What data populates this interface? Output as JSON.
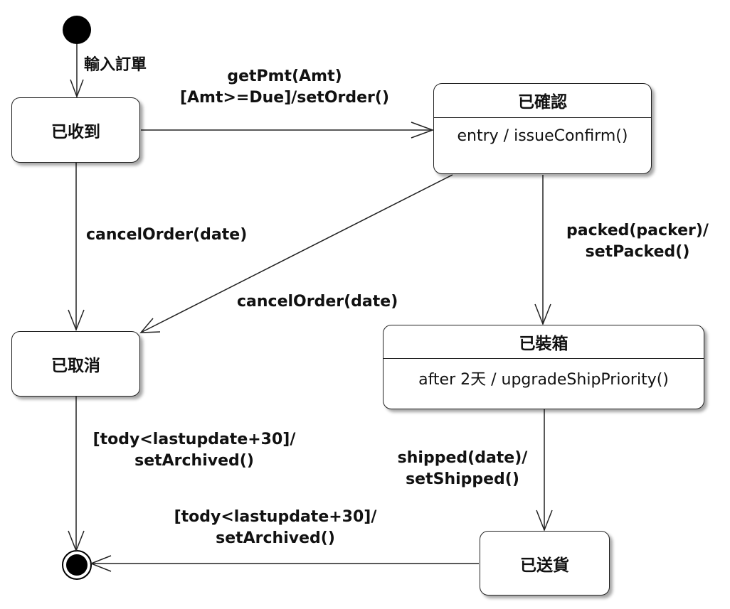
{
  "states": {
    "received": {
      "name": "已收到"
    },
    "confirmed": {
      "name": "已確認",
      "activity": "entry / issueConfirm()"
    },
    "cancelled": {
      "name": "已取消"
    },
    "packed": {
      "name": "已裝箱",
      "activity": "after 2天 / upgradeShipPriority()"
    },
    "shipped": {
      "name": "已送貨"
    }
  },
  "transitions": {
    "initial_to_received": {
      "label": "輸入訂單"
    },
    "received_to_confirmed": {
      "line1": "getPmt(Amt)",
      "line2": "[Amt>=Due]/setOrder()"
    },
    "received_to_cancelled": {
      "label": "cancelOrder(date)"
    },
    "confirmed_to_cancelled": {
      "label": "cancelOrder(date)"
    },
    "confirmed_to_packed": {
      "line1": "packed(packer)/",
      "line2": "setPacked()"
    },
    "cancelled_to_final": {
      "line1": "[tody<lastupdate+30]/",
      "line2": "setArchived()"
    },
    "packed_to_shipped": {
      "line1": "shipped(date)/",
      "line2": "setShipped()"
    },
    "shipped_to_final": {
      "line1": "[tody<lastupdate+30]/",
      "line2": "setArchived()"
    }
  }
}
